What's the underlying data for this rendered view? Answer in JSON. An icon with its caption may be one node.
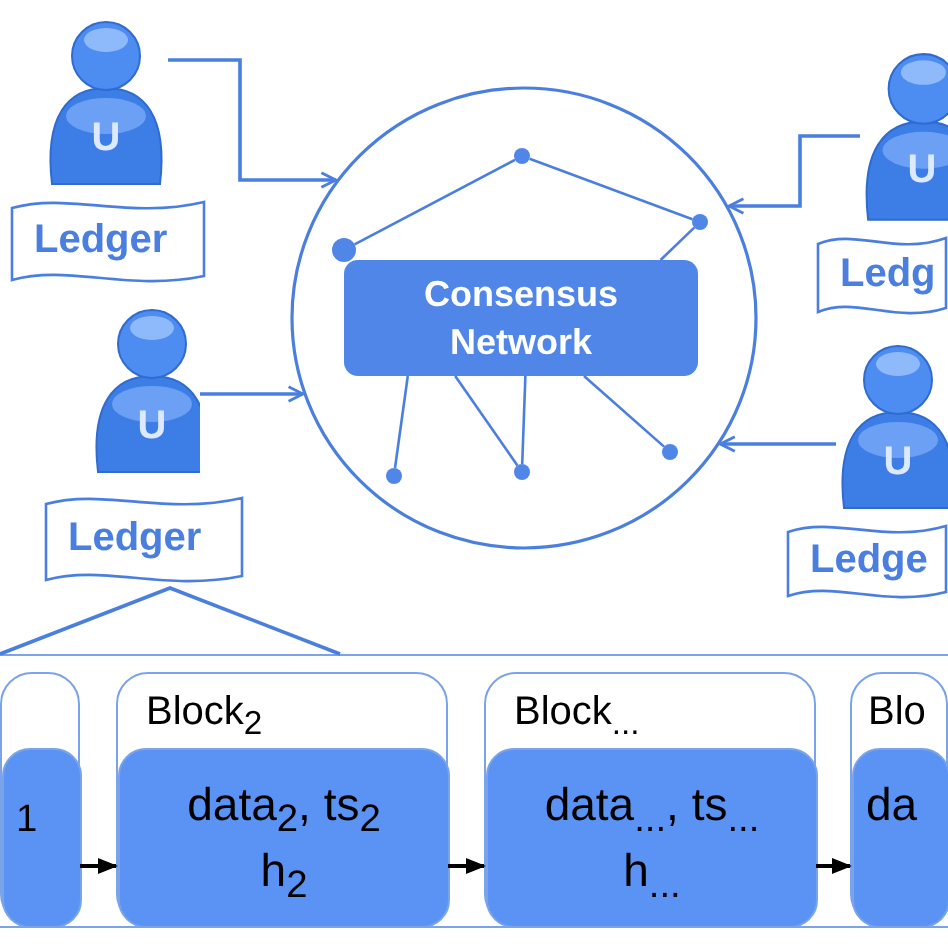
{
  "diagram": {
    "nodes": [
      {
        "text": [
          "U"
        ]
      },
      {
        "text": [
          "Ledger"
        ]
      },
      {
        "text": [
          "U"
        ]
      },
      {
        "text": [
          "Ledger"
        ]
      },
      {
        "text": [],
        "shape": "circle"
      },
      {
        "text": [
          "Consensus Network"
        ],
        "in": 4
      },
      {
        "text": [],
        "shape": "circle",
        "in": 4
      },
      {
        "text": [],
        "shape": "circle",
        "in": 4
      },
      {
        "text": [],
        "shape": "circle",
        "in": 4
      },
      {
        "text": [],
        "shape": "circle",
        "in": 4
      },
      {
        "text": [],
        "shape": "circle",
        "in": 4
      },
      {
        "text": [],
        "shape": "circle",
        "in": 4
      },
      {
        "text": [
          "U"
        ]
      },
      {
        "text": [
          "Ledg"
        ]
      },
      {
        "text": [
          "U"
        ]
      },
      {
        "text": [
          "Ledge"
        ]
      },
      {
        "text": [],
        "shape": "box"
      },
      {
        "text": [],
        "shape": "box",
        "in": 16
      },
      {
        "text": [
          "$_{1}$"
        ],
        "in": 17
      },
      {
        "text": [
          "Block$_{2}$"
        ],
        "in": 16
      },
      {
        "text": [
          "data$_{2}$, ts$_{2}$",
          "h$_{2}$"
        ],
        "in": 19
      },
      {
        "text": [
          "Block$_{...}$"
        ],
        "in": 16
      },
      {
        "text": [
          "data$_{...}$, ts$_{...}$",
          "h$_{...}$"
        ],
        "in": 21
      },
      {
        "text": [
          "Blo"
        ],
        "in": 16
      },
      {
        "text": [
          "da"
        ],
        "in": 23
      }
    ],
    "edges": [
      {
        "from": 0,
        "to": 4,
        "arrow": "to"
      },
      {
        "from": 2,
        "to": 4,
        "arrow": "to"
      },
      {
        "from": 12,
        "to": 4,
        "arrow": "to"
      },
      {
        "from": 14,
        "to": 4,
        "arrow": "to"
      },
      {
        "from": 6,
        "to": 7,
        "arrow": "none"
      },
      {
        "from": 7,
        "to": 8,
        "arrow": "none"
      },
      {
        "from": 8,
        "to": 5,
        "arrow": "none"
      },
      {
        "from": 5,
        "to": 9,
        "arrow": "none"
      },
      {
        "from": 5,
        "to": 10,
        "arrow": "none"
      },
      {
        "from": 5,
        "to": 10,
        "arrow": "none"
      },
      {
        "from": 5,
        "to": 11,
        "arrow": "none"
      },
      {
        "from": 3,
        "to": 16,
        "arrow": "none"
      },
      {
        "from": 18,
        "to": 20,
        "arrow": "to",
        "color": "#000000"
      },
      {
        "from": 20,
        "to": 22,
        "arrow": "to",
        "color": "#000000"
      },
      {
        "from": 22,
        "to": 24,
        "arrow": "to",
        "color": "#000000"
      }
    ]
  }
}
